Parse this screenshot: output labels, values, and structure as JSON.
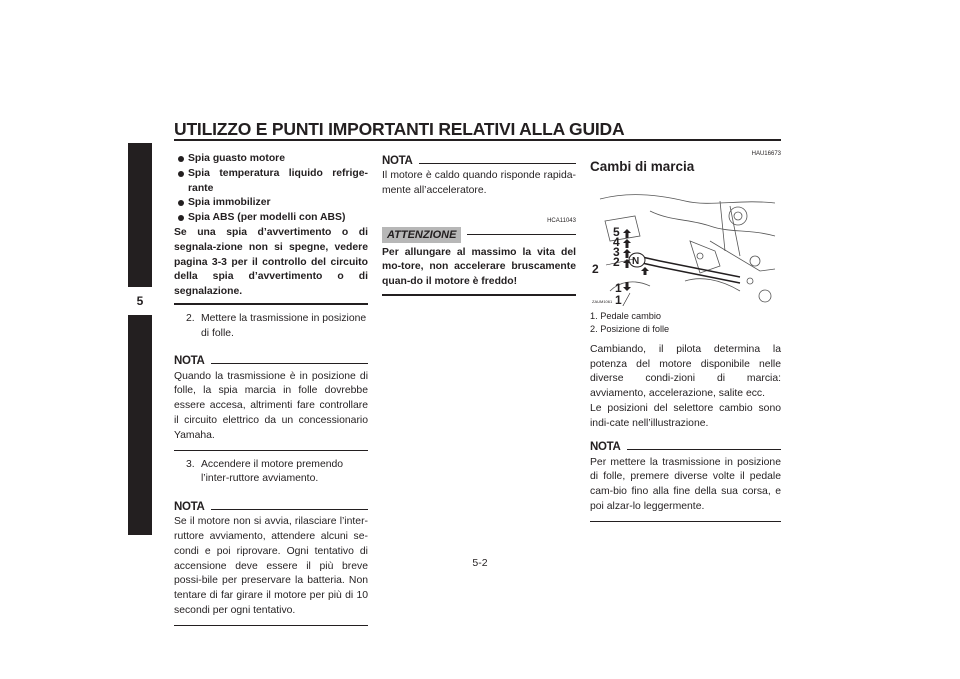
{
  "header": {
    "title": "UTILIZZO E PUNTI IMPORTANTI RELATIVI ALLA GUIDA",
    "chapter_tab": "5",
    "page_number": "5-2"
  },
  "col1": {
    "bullets": [
      "Spia guasto motore",
      "Spia temperatura liquido refrige-rante",
      "Spia immobilizer",
      "Spia ABS (per modelli con ABS)"
    ],
    "warning_text": "Se una spia d’avvertimento o di segnala-zione non si spegne, vedere pagina 3-3 per il controllo del circuito della spia d’avvertimento o di segnalazione.",
    "step2_num": "2.",
    "step2_text": "Mettere la trasmissione in posizione di folle.",
    "nota1_label": "NOTA",
    "nota1_text": "Quando la trasmissione è in posizione di folle, la spia marcia in folle dovrebbe essere accesa, altrimenti fare controllare il circuito elettrico da un concessionario Yamaha.",
    "step3_num": "3.",
    "step3_text": "Accendere il motore premendo l’inter-ruttore avviamento.",
    "nota2_label": "NOTA",
    "nota2_text": "Se il motore non si avvia, rilasciare l’inter-ruttore avviamento, attendere alcuni se-condi e poi riprovare. Ogni tentativo di accensione deve essere il più breve possi-bile per preservare la batteria. Non tentare di far girare il motore per più di 10 secondi per ogni tentativo."
  },
  "col2": {
    "nota_label": "NOTA",
    "nota_text": "Il motore è caldo quando risponde rapida-mente all’acceleratore.",
    "code": "HCA11043",
    "attention_label": "ATTENZIONE",
    "attention_text": "Per allungare al massimo la vita del mo-tore, non accelerare bruscamente quan-do il motore è freddo!"
  },
  "col3": {
    "code": "HAU16673",
    "section_title": "Cambi di marcia",
    "figure_labels": {
      "gears": [
        "5",
        "4",
        "3",
        "2",
        "N",
        "1"
      ],
      "callout_2": "2",
      "callout_1": "1",
      "figure_code": "ZAUM1061"
    },
    "captions": [
      "1. Pedale cambio",
      "2. Posizione di folle"
    ],
    "para1": "Cambiando, il pilota determina la potenza del motore disponibile nelle diverse condi-zioni di marcia: avviamento, accelerazione, salite ecc.",
    "para2": "Le posizioni del selettore cambio sono indi-cate nell’illustrazione.",
    "nota_label": "NOTA",
    "nota_text": "Per mettere la trasmissione in posizione di folle, premere diverse volte il pedale cam-bio fino alla fine della sua corsa, e poi alzar-lo leggermente."
  }
}
